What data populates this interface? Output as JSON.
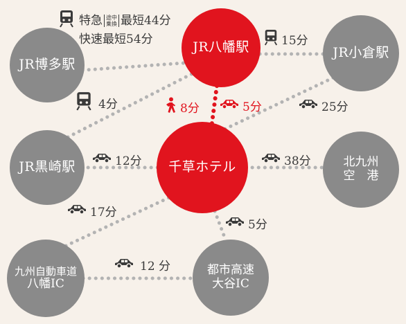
{
  "colors": {
    "background": "#f7f1ea",
    "gray_node": "#8a8a8a",
    "red_node": "#e1141e",
    "text": "#3a3a3a",
    "dots": "#b3b3b3"
  },
  "nodes": {
    "hakata": {
      "name": "JR博多駅"
    },
    "yahata_station": {
      "name": "JR八幡駅"
    },
    "kokura": {
      "name": "JR小倉駅"
    },
    "kurosaki": {
      "name": "JR黒崎駅"
    },
    "hotel": {
      "name": "千草ホテル"
    },
    "airport": {
      "line1": "北九州",
      "line2": "空　港"
    },
    "yahata_ic": {
      "line1": "九州自動車道",
      "line2": "八幡IC"
    },
    "ohtani_ic": {
      "line1": "都市高速",
      "line2": "大谷IC"
    }
  },
  "routes": {
    "hakata_note": {
      "line1_prefix": "特急",
      "tiny_top": "途中",
      "tiny_bottom": "乗換",
      "line1_suffix": "最短44分",
      "line2": "快速最短54分",
      "icon": "train-icon"
    },
    "yahata_kokura": {
      "time": "15分",
      "icon": "train-icon"
    },
    "kurosaki_yahata": {
      "time": "4分",
      "icon": "train-icon"
    },
    "walk": {
      "time": "8分",
      "icon": "walking-person-icon"
    },
    "car_yahata": {
      "time": "5分",
      "icon": "car-icon"
    },
    "car_kokura": {
      "time": "25分",
      "icon": "car-icon"
    },
    "car_kurosaki": {
      "time": "12分",
      "icon": "car-icon"
    },
    "car_airport": {
      "time": "38分",
      "icon": "car-icon"
    },
    "car_yahata_ic": {
      "time": "17分",
      "icon": "car-icon"
    },
    "car_ohtani": {
      "time": "5分",
      "icon": "car-icon"
    },
    "car_ic_ic": {
      "time": "12 分",
      "icon": "car-icon"
    }
  }
}
